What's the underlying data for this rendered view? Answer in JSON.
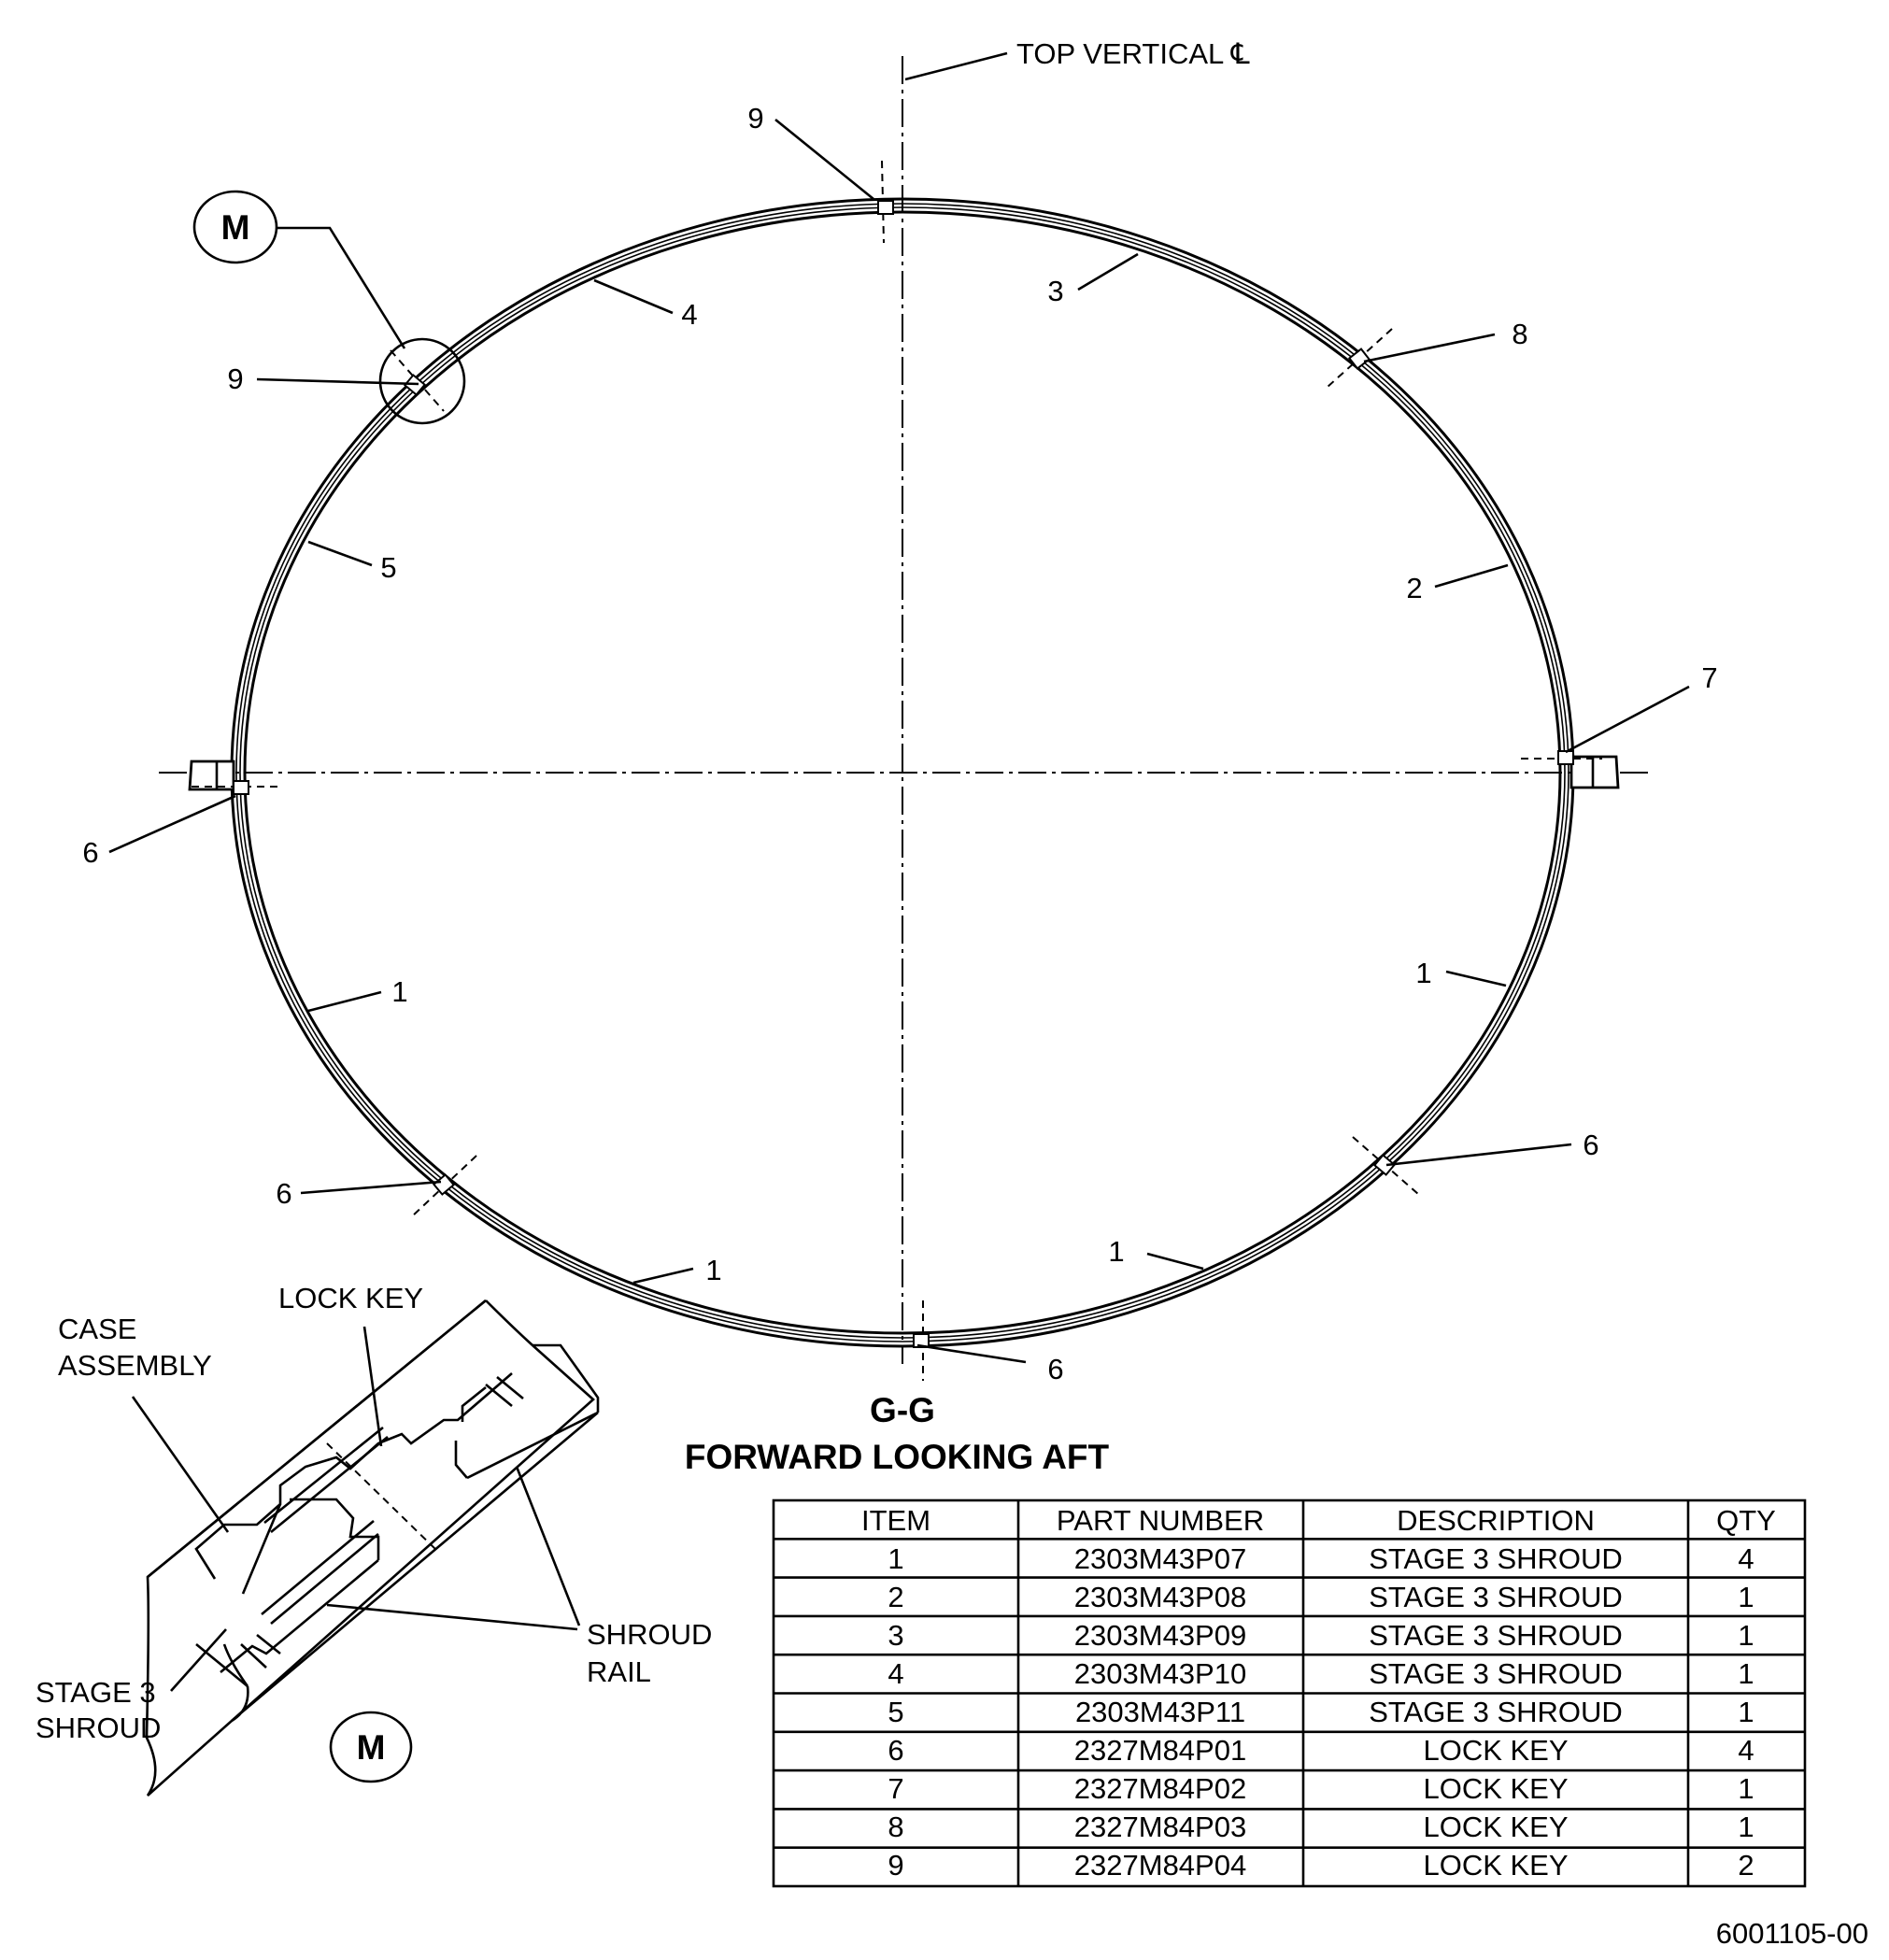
{
  "centerline_label": "TOP VERTICAL ℄",
  "view_title": "G-G",
  "view_subtitle": "FORWARD LOOKING AFT",
  "detail_bubble_main": "M",
  "detail_bubble_view": "M",
  "item_callouts": [
    {
      "id": "c-9-top",
      "text": "9"
    },
    {
      "id": "c-3",
      "text": "3"
    },
    {
      "id": "c-8",
      "text": "8"
    },
    {
      "id": "c-4",
      "text": "4"
    },
    {
      "id": "c-9-left",
      "text": "9"
    },
    {
      "id": "c-5",
      "text": "5"
    },
    {
      "id": "c-2",
      "text": "2"
    },
    {
      "id": "c-7",
      "text": "7"
    },
    {
      "id": "c-6-left",
      "text": "6"
    },
    {
      "id": "c-1-right",
      "text": "1"
    },
    {
      "id": "c-1-left",
      "text": "1"
    },
    {
      "id": "c-6-right",
      "text": "6"
    },
    {
      "id": "c-6-lowleft",
      "text": "6"
    },
    {
      "id": "c-1-bottomright",
      "text": "1"
    },
    {
      "id": "c-1-bottomleft",
      "text": "1"
    },
    {
      "id": "c-6-bottom",
      "text": "6"
    }
  ],
  "detail_labels": {
    "case_assembly_1": "CASE",
    "case_assembly_2": "ASSEMBLY",
    "lock_key": "LOCK KEY",
    "shroud_rail_1": "SHROUD",
    "shroud_rail_2": "RAIL",
    "stage3_shroud_1": "STAGE 3",
    "stage3_shroud_2": "SHROUD"
  },
  "parts_table": {
    "headers": [
      "ITEM",
      "PART NUMBER",
      "DESCRIPTION",
      "QTY"
    ],
    "rows": [
      [
        "1",
        "2303M43P07",
        "STAGE 3 SHROUD",
        "4"
      ],
      [
        "2",
        "2303M43P08",
        "STAGE 3 SHROUD",
        "1"
      ],
      [
        "3",
        "2303M43P09",
        "STAGE 3 SHROUD",
        "1"
      ],
      [
        "4",
        "2303M43P10",
        "STAGE 3 SHROUD",
        "1"
      ],
      [
        "5",
        "2303M43P11",
        "STAGE 3 SHROUD",
        "1"
      ],
      [
        "6",
        "2327M84P01",
        "LOCK KEY",
        "4"
      ],
      [
        "7",
        "2327M84P02",
        "LOCK KEY",
        "1"
      ],
      [
        "8",
        "2327M84P03",
        "LOCK KEY",
        "1"
      ],
      [
        "9",
        "2327M84P04",
        "LOCK KEY",
        "2"
      ]
    ]
  },
  "figure_number": "6001105-00"
}
